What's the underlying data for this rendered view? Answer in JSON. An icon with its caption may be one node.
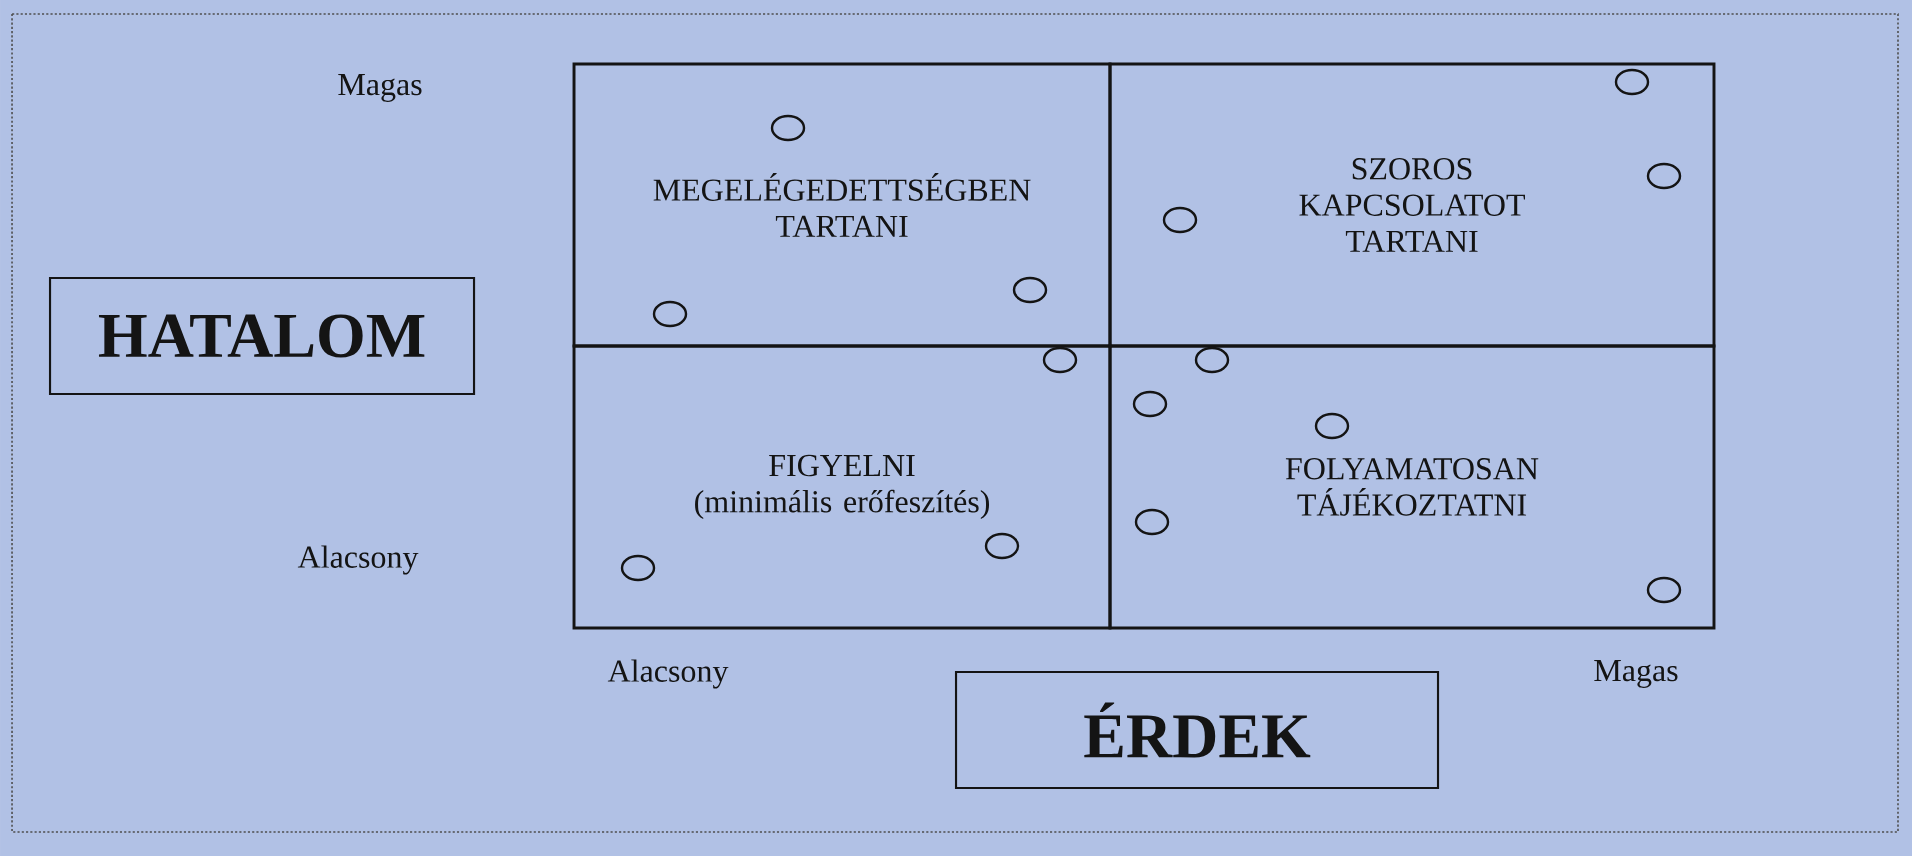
{
  "diagram": {
    "nodes": [
      {
        "text": [
          "MEGELÉGEDETTSÉGBEN TARTANI"
        ]
      },
      {
        "text": [],
        "shape": "circle",
        "in": 0
      },
      {
        "text": [],
        "shape": "circle",
        "in": 0
      },
      {
        "text": [],
        "shape": "circle",
        "in": 0
      },
      {
        "text": [
          "SZOROS KAPCSOLATOT TARTANI"
        ]
      },
      {
        "text": [],
        "shape": "circle",
        "in": 4
      },
      {
        "text": [],
        "shape": "circle",
        "in": 4
      },
      {
        "text": [],
        "shape": "circle",
        "in": 4
      },
      {
        "text": [
          "HATALOM"
        ]
      },
      {
        "text": [
          "FIGYELNI",
          "(minimális erőfeszítés)"
        ]
      },
      {
        "text": [],
        "shape": "circle",
        "in": 9
      },
      {
        "text": [],
        "shape": "circle",
        "in": 9
      },
      {
        "text": [],
        "shape": "circle",
        "in": 9
      },
      {
        "text": [
          "FOLYAMATOSAN TÁJÉKOZTATNI"
        ]
      },
      {
        "text": [],
        "shape": "circle",
        "in": 13
      },
      {
        "text": [],
        "shape": "circle",
        "in": 13
      },
      {
        "text": [],
        "shape": "circle",
        "in": 13
      },
      {
        "text": [],
        "shape": "circle",
        "in": 13
      },
      {
        "text": [],
        "shape": "circle",
        "in": 13
      },
      {
        "text": [
          "ÉRDEK"
        ]
      }
    ],
    "labels": [
      "Magas",
      "Alacsony",
      "Alacsony",
      "Magas"
    ]
  }
}
